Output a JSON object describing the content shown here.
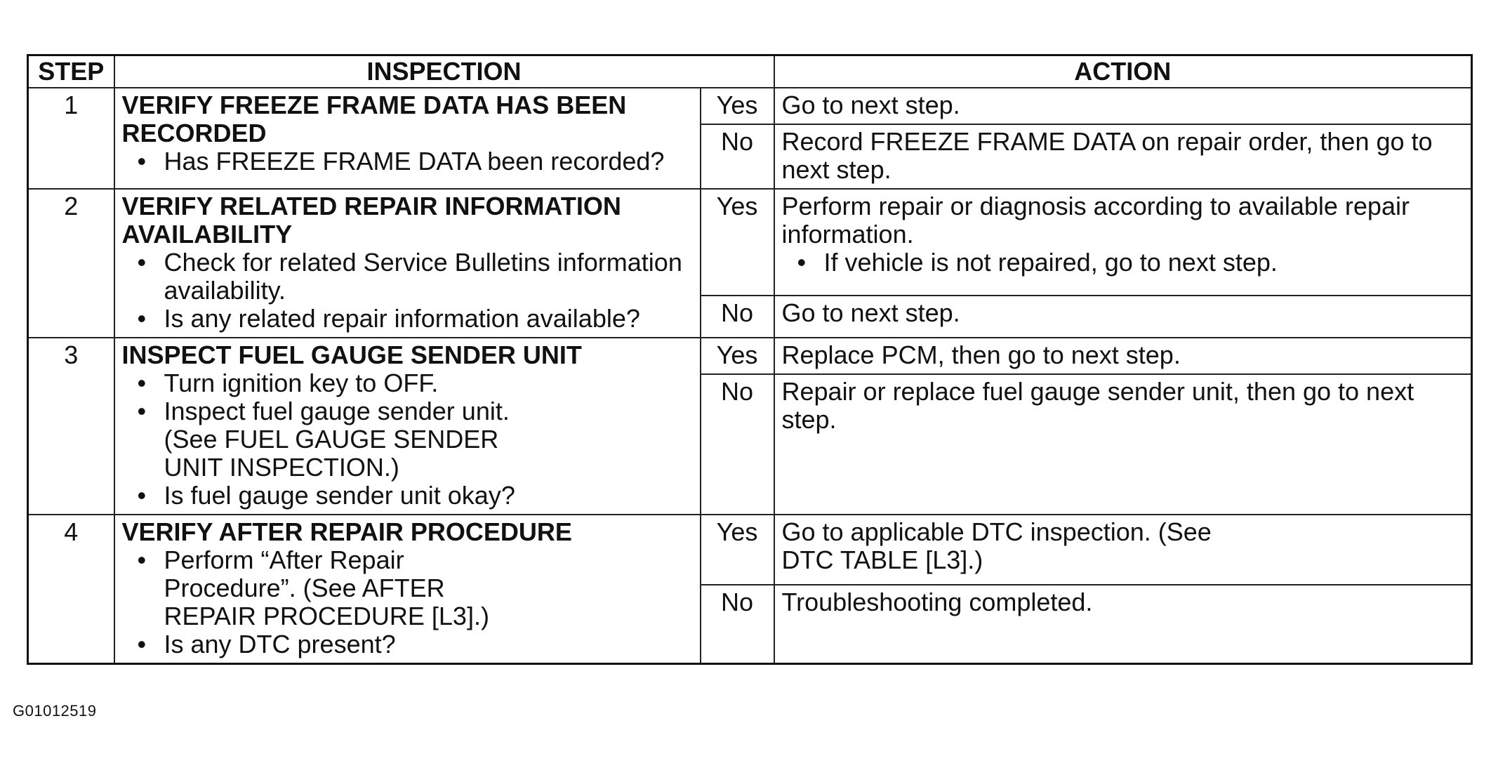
{
  "header": {
    "step": "STEP",
    "inspection": "INSPECTION",
    "action": "ACTION"
  },
  "steps": [
    {
      "number": "1",
      "title": "VERIFY FREEZE FRAME DATA HAS BEEN RECORDED",
      "bullets": [
        "Has FREEZE FRAME DATA been recorded?"
      ],
      "yes_label": "Yes",
      "yes_action": "Go to next step.",
      "yes_bullets": [],
      "no_label": "No",
      "no_action": "Record FREEZE FRAME DATA on repair order, then go to next step."
    },
    {
      "number": "2",
      "title": "VERIFY RELATED REPAIR INFORMATION AVAILABILITY",
      "bullets": [
        "Check for related Service Bulletins information availability.",
        "Is any related repair information available?"
      ],
      "yes_label": "Yes",
      "yes_action": "Perform repair or diagnosis according to available repair information.",
      "yes_bullets": [
        "If vehicle is not repaired, go to next step."
      ],
      "no_label": "No",
      "no_action": "Go to next step."
    },
    {
      "number": "3",
      "title": "INSPECT FUEL GAUGE SENDER UNIT",
      "bullets": [
        "Turn ignition key to OFF.",
        "Inspect fuel gauge sender unit. (See FUEL GAUGE SENDER UNIT INSPECTION.)",
        "Is fuel gauge sender unit okay?"
      ],
      "yes_label": "Yes",
      "yes_action": "Replace PCM, then go to next step.",
      "yes_bullets": [],
      "no_label": "No",
      "no_action": "Repair or replace fuel gauge sender unit, then go to next step."
    },
    {
      "number": "4",
      "title": "VERIFY AFTER REPAIR PROCEDURE",
      "bullets": [
        "Perform “After Repair Procedure”. (See AFTER REPAIR PROCEDURE [L3].)",
        "Is any DTC present?"
      ],
      "yes_label": "Yes",
      "yes_action": "Go to applicable DTC inspection. (See DTC TABLE [L3].)",
      "yes_bullets": [],
      "no_label": "No",
      "no_action": "Troubleshooting completed."
    }
  ],
  "figure_id": "G01012519"
}
